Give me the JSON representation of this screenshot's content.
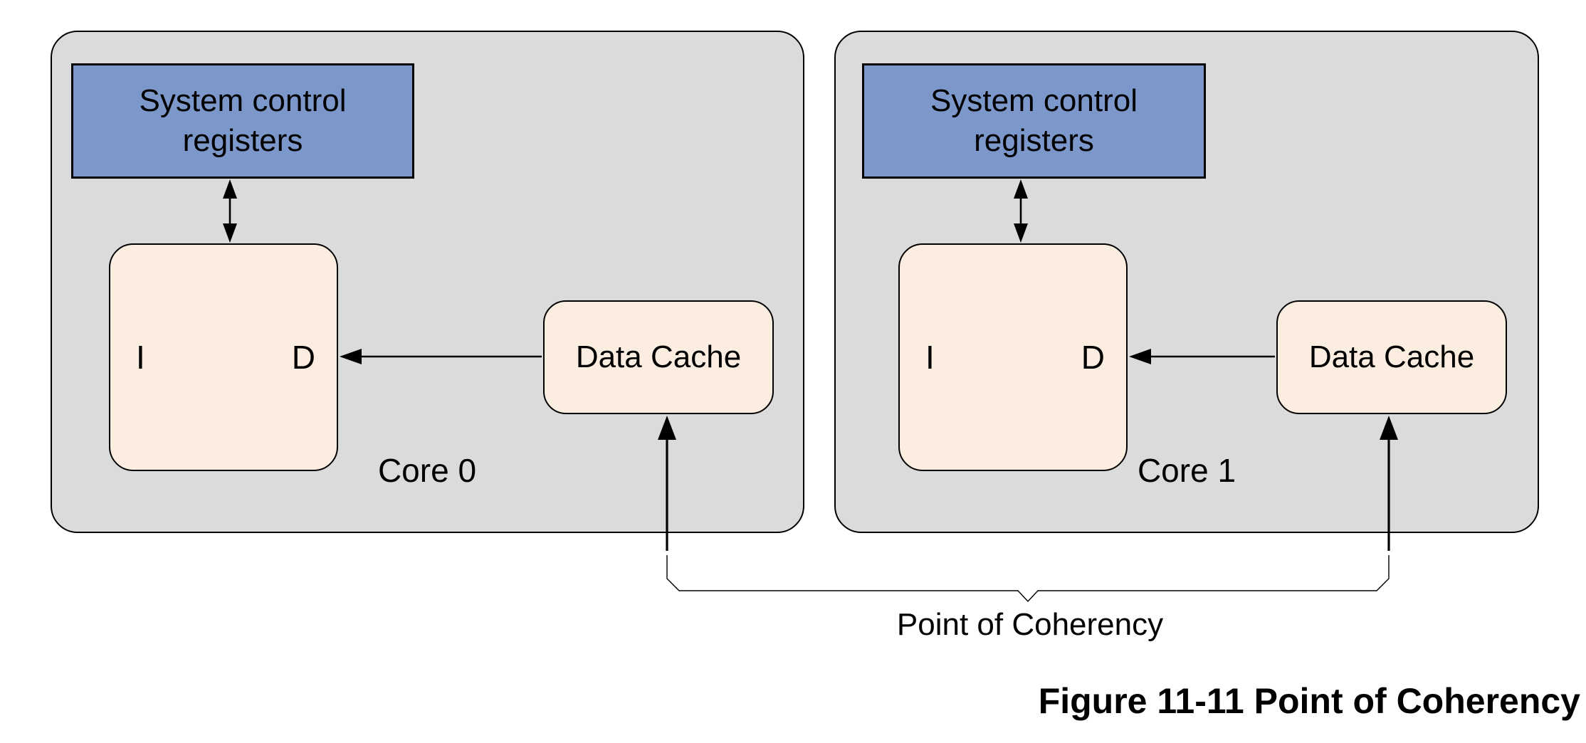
{
  "figure_caption": "Figure 11-11 Point of Coherency",
  "poc_label": "Point of Coherency",
  "cores": [
    {
      "name": "Core 0",
      "system_registers_label": "System control registers",
      "icache_label": "I",
      "dcache_label": "D",
      "data_cache_label": "Data Cache"
    },
    {
      "name": "Core 1",
      "system_registers_label": "System control registers",
      "icache_label": "I",
      "dcache_label": "D",
      "data_cache_label": "Data Cache"
    }
  ],
  "colors": {
    "core_fill": "#dbdbdb",
    "sysreg_fill": "#7c97c9",
    "cache_fill": "#fbeee0",
    "line": "#000000",
    "page_bg": "#ffffff"
  }
}
